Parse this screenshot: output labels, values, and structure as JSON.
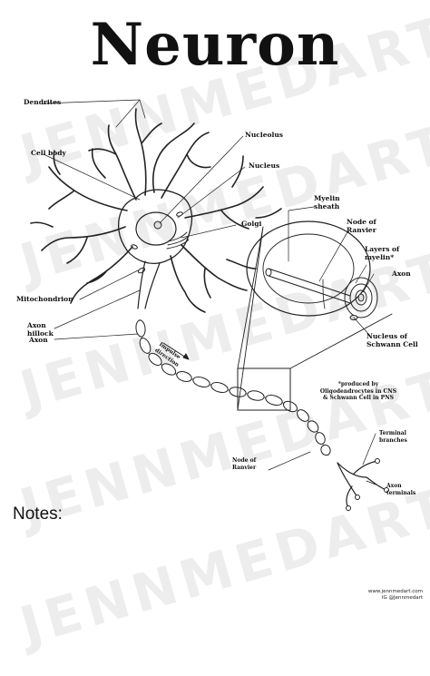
{
  "title": "Neuron",
  "watermark": "JENNMEDART",
  "labels": {
    "dendrites": "Dendrites",
    "cell_body": "Cell body",
    "nucleolus": "Nucleolus",
    "nucleus": "Nucleus",
    "golgi": "Golgi",
    "mitochondrion": "Mitochondrion",
    "axon_hillock_1": "Axon",
    "axon_hillock_2": "hillock",
    "axon": "Axon",
    "impulse_1": "Impulse",
    "impulse_2": "direction",
    "myelin_sheath_1": "Myelin",
    "myelin_sheath_2": "sheath",
    "node_ranvier_top_1": "Node of",
    "node_ranvier_top_2": "Ranvier",
    "layers_myelin_1": "Layers of",
    "layers_myelin_2": "myelin*",
    "axon_right": "Axon",
    "nucleus_schwann_1": "Nucleus of",
    "nucleus_schwann_2": "Schwann Cell",
    "produced_1": "*produced by",
    "produced_2": "Oligodendrocytes in CNS",
    "produced_3": "& Schwann Cell in PNS",
    "terminal_branches_1": "Terminal",
    "terminal_branches_2": "branches",
    "node_ranvier_bottom_1": "Node of",
    "node_ranvier_bottom_2": "Ranvier",
    "axon_terminals_1": "Axon",
    "axon_terminals_2": "terminals"
  },
  "notes_label": "Notes:",
  "footer": {
    "website": "www.jennmedart.com",
    "instagram": "IG @Jennmedart"
  }
}
